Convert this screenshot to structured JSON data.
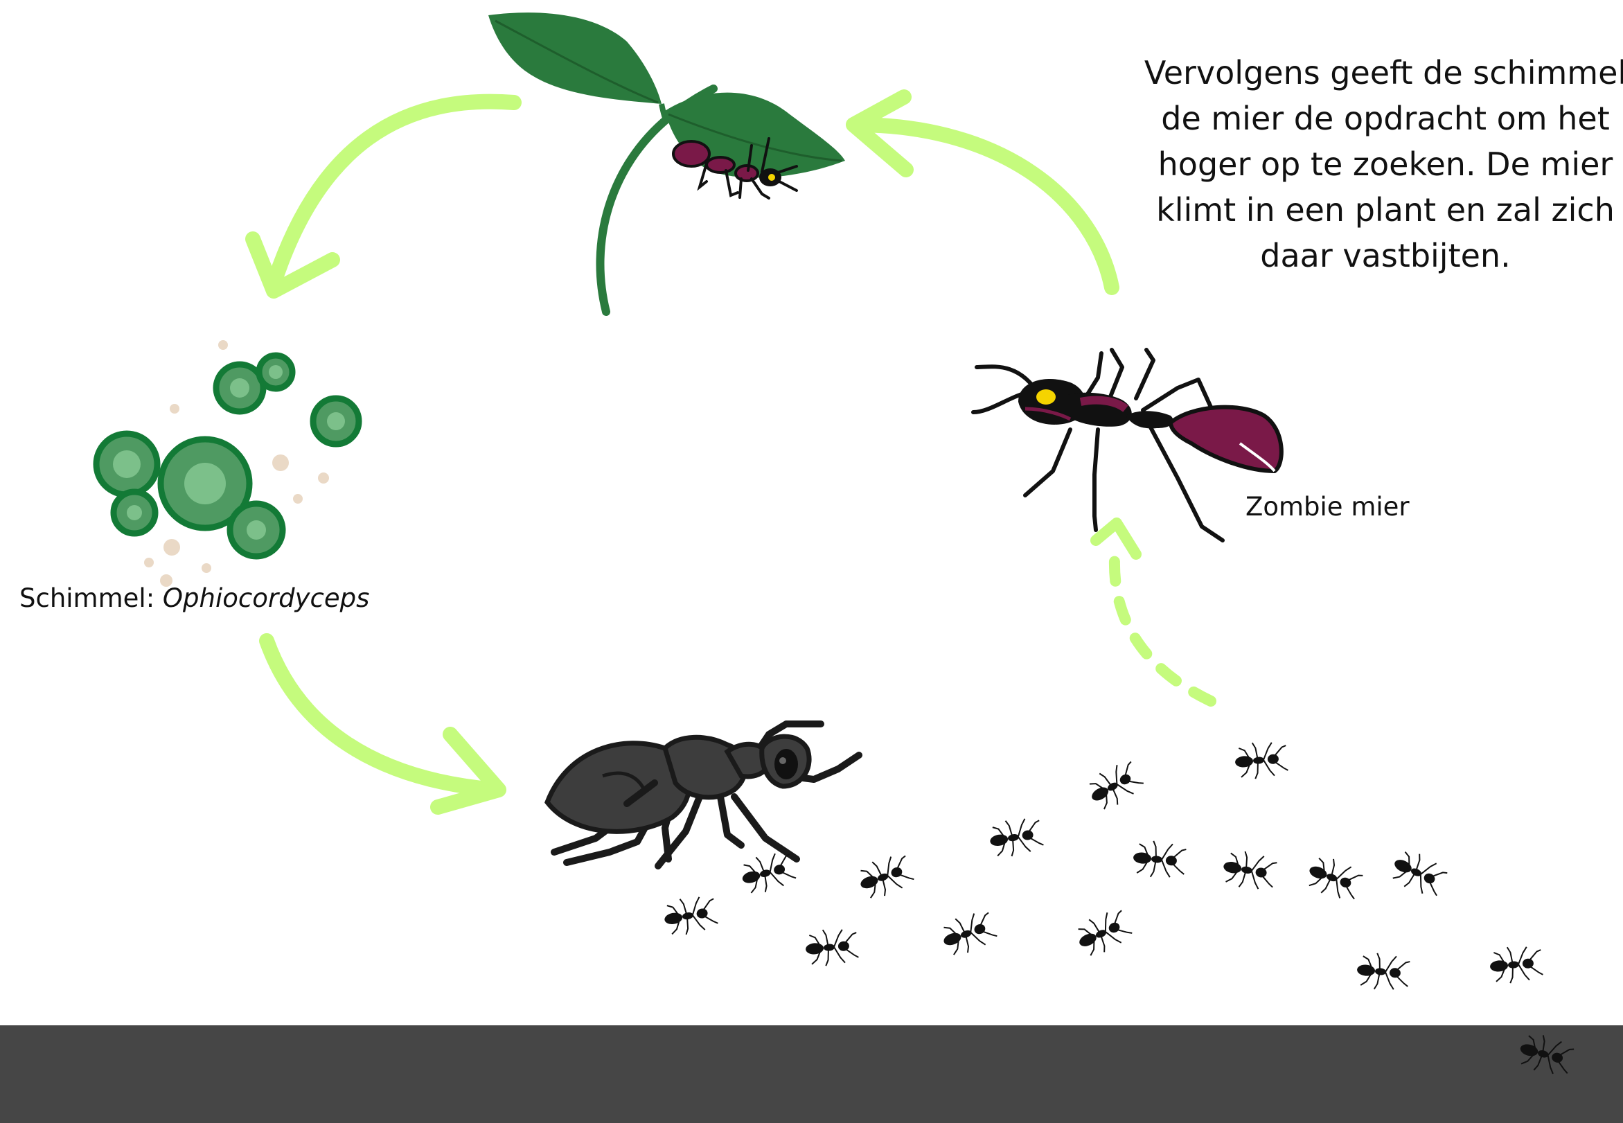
{
  "step_text": "Vervolgens geeft de schimmel de mier de opdracht om het hoger op te zoeken. De mier klimt in een plant en zal zich daar vastbijten.",
  "fungus_label": {
    "prefix": "Schimmel: ",
    "species": "Ophiocordyceps"
  },
  "zombie_ant_label": "Zombie mier",
  "colors": {
    "arrow": "#c5fb7d",
    "leaf": "#2a7a3d",
    "leaf_dark": "#1e5e2c",
    "fungus_dark": "#137a36",
    "fungus_light": "#7cc08a",
    "spore": "#ead9c6",
    "zombie_body": "#7a1948",
    "ant_black": "#111111",
    "ground": "#464646"
  }
}
